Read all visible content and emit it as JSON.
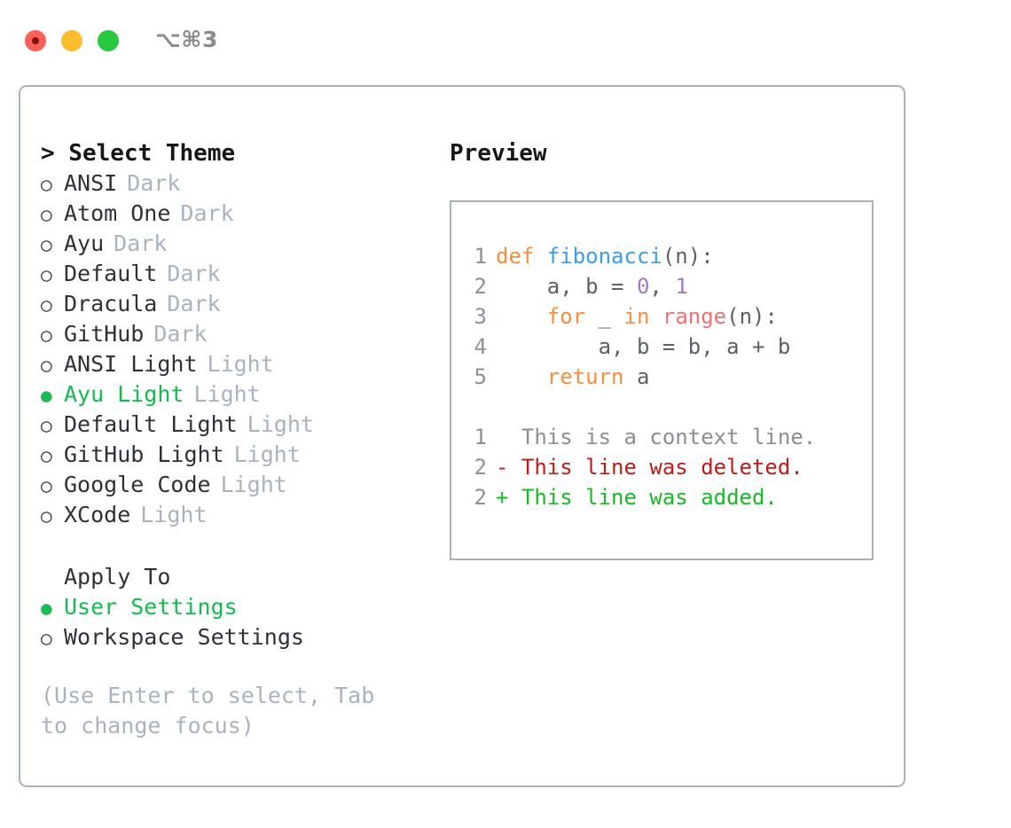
{
  "titlebar": {
    "shortcut": "⌥⌘3",
    "buttons": [
      {
        "name": "close",
        "color": "#fd5f57"
      },
      {
        "name": "minimize",
        "color": "#fdbc2e"
      },
      {
        "name": "zoom",
        "color": "#28c83f"
      }
    ]
  },
  "theme_picker": {
    "heading": "> Select Theme",
    "marker_selected": "●",
    "marker_unselected": "○",
    "accent_color": "#12bc4c",
    "badge_color": "#a9b3c0",
    "items": [
      {
        "label": "ANSI",
        "badge": "Dark",
        "selected": false
      },
      {
        "label": "Atom One",
        "badge": "Dark",
        "selected": false
      },
      {
        "label": "Ayu",
        "badge": "Dark",
        "selected": false
      },
      {
        "label": "Default",
        "badge": "Dark",
        "selected": false
      },
      {
        "label": "Dracula",
        "badge": "Dark",
        "selected": false
      },
      {
        "label": "GitHub",
        "badge": "Dark",
        "selected": false
      },
      {
        "label": "ANSI Light",
        "badge": "Light",
        "selected": false
      },
      {
        "label": "Ayu Light",
        "badge": "Light",
        "selected": true
      },
      {
        "label": "Default Light",
        "badge": "Light",
        "selected": false
      },
      {
        "label": "GitHub Light",
        "badge": "Light",
        "selected": false
      },
      {
        "label": "Google Code",
        "badge": "Light",
        "selected": false
      },
      {
        "label": "XCode",
        "badge": "Light",
        "selected": false
      }
    ]
  },
  "apply_to": {
    "heading": "Apply To",
    "items": [
      {
        "label": "User Settings",
        "selected": true
      },
      {
        "label": "Workspace Settings",
        "selected": false
      }
    ]
  },
  "hint": "(Use Enter to select, Tab to change focus)",
  "preview": {
    "title": "Preview",
    "code_lines": [
      {
        "number": "1",
        "tokens": [
          {
            "text": "def ",
            "type": "kw"
          },
          {
            "text": "fibonacci",
            "type": "fn"
          },
          {
            "text": "(n):",
            "type": "txt"
          }
        ]
      },
      {
        "number": "2",
        "tokens": [
          {
            "text": "    a, b = ",
            "type": "txt"
          },
          {
            "text": "0",
            "type": "num"
          },
          {
            "text": ", ",
            "type": "txt"
          },
          {
            "text": "1",
            "type": "num"
          }
        ]
      },
      {
        "number": "3",
        "tokens": [
          {
            "text": "    ",
            "type": "txt"
          },
          {
            "text": "for",
            "type": "kw"
          },
          {
            "text": " _ ",
            "type": "txt"
          },
          {
            "text": "in",
            "type": "kw"
          },
          {
            "text": " ",
            "type": "txt"
          },
          {
            "text": "range",
            "type": "call"
          },
          {
            "text": "(n):",
            "type": "txt"
          }
        ]
      },
      {
        "number": "4",
        "tokens": [
          {
            "text": "        a, b = b, a + b",
            "type": "txt"
          }
        ]
      },
      {
        "number": "5",
        "tokens": [
          {
            "text": "    ",
            "type": "txt"
          },
          {
            "text": "return",
            "type": "kw"
          },
          {
            "text": " a",
            "type": "txt"
          }
        ]
      }
    ],
    "diff_lines": [
      {
        "number": "1",
        "text": "  This is a context line.",
        "type": "ctx"
      },
      {
        "number": "2",
        "text": "- This line was deleted.",
        "type": "del"
      },
      {
        "number": "2",
        "text": "+ This line was added.",
        "type": "add"
      }
    ]
  }
}
